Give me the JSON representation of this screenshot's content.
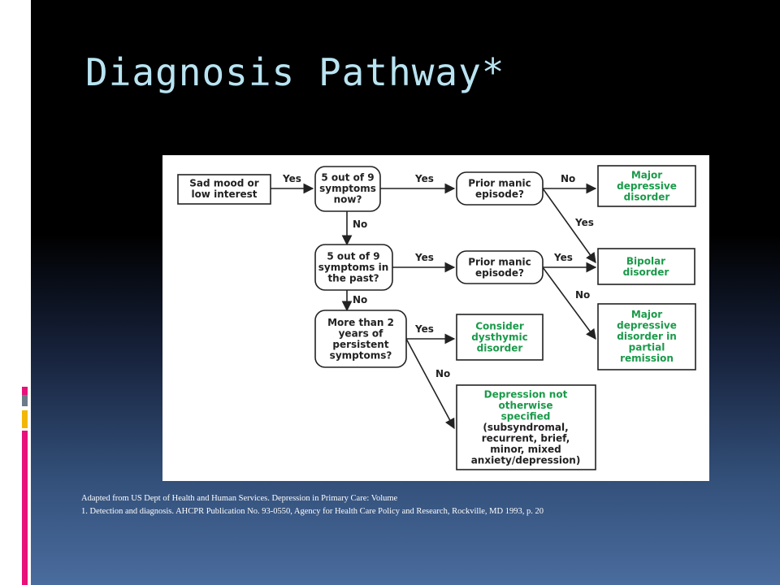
{
  "slide": {
    "title": "Diagnosis Pathway*",
    "accent_colors": [
      "#e8107a",
      "#6d7a8a",
      "#f2b705",
      "#e8107a"
    ]
  },
  "flowchart": {
    "nodes": {
      "sad_mood": [
        "Sad mood or",
        "low interest"
      ],
      "five_now": [
        "5 out of 9",
        "symptoms",
        "now?"
      ],
      "prior_manic_1": [
        "Prior manic",
        "episode?"
      ],
      "major_depressive": [
        "Major",
        "depressive",
        "disorder"
      ],
      "five_past": [
        "5 out of 9",
        "symptoms in",
        "the past?"
      ],
      "prior_manic_2": [
        "Prior manic",
        "episode?"
      ],
      "bipolar": [
        "Bipolar",
        "disorder"
      ],
      "more_than_2": [
        "More than 2",
        "years of",
        "persistent",
        "symptoms?"
      ],
      "dysthymic": [
        "Consider",
        "dysthymic",
        "disorder"
      ],
      "partial_remission": [
        "Major",
        "depressive",
        "disorder in",
        "partial",
        "remission"
      ],
      "nos": [
        "Depression not",
        "otherwise",
        "specified",
        "(subsyndromal,",
        "recurrent, brief,",
        "minor, mixed",
        "anxiety/depression)"
      ]
    },
    "edge_labels": {
      "yes": "Yes",
      "no": "No"
    }
  },
  "citation": {
    "line1": "Adapted from US Dept of Health and Human Services. Depression in Primary Care: Volume",
    "line2": "1. Detection and diagnosis. AHCPR Publication No. 93-0550, Agency for Health Care Policy and Research, Rockville, MD 1993, p. 20"
  }
}
